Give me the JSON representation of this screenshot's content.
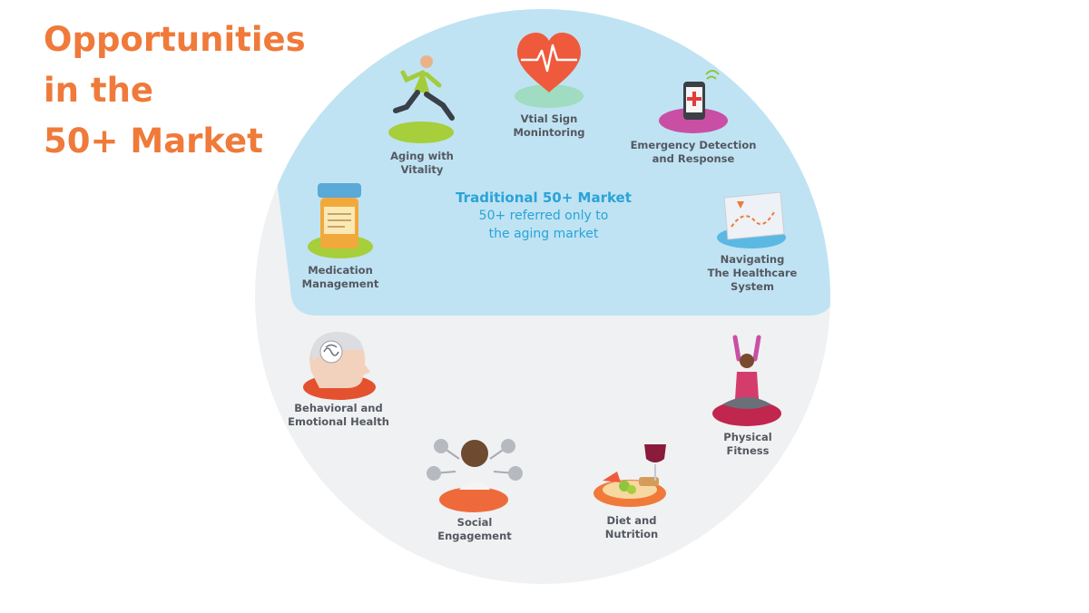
{
  "title_lines": [
    "Opportunities",
    "in the",
    "50+ Market"
  ],
  "center": {
    "heading": "Traditional 50+ Market",
    "sub_lines": [
      "50+ referred only to",
      "the aging market"
    ]
  },
  "items": {
    "vital": {
      "icon": "heart-monitor-icon",
      "lines": [
        "Vtial Sign",
        "Monintoring"
      ]
    },
    "emergency": {
      "icon": "mobile-alert-icon",
      "lines": [
        "Emergency Detection",
        "and Response"
      ]
    },
    "aging": {
      "icon": "running-man-icon",
      "lines": [
        "Aging with",
        "Vitality"
      ]
    },
    "medication": {
      "icon": "pill-bottle-icon",
      "lines": [
        "Medication",
        "Management"
      ]
    },
    "navigating": {
      "icon": "map-icon",
      "lines": [
        "Navigating",
        "The Healthcare",
        "System"
      ]
    },
    "behavioral": {
      "icon": "brain-head-icon",
      "lines": [
        "Behavioral and",
        "Emotional Health"
      ]
    },
    "physical": {
      "icon": "yoga-woman-icon",
      "lines": [
        "Physical",
        "Fitness"
      ]
    },
    "social": {
      "icon": "social-network-icon",
      "lines": [
        "Social",
        "Engagement"
      ]
    },
    "diet": {
      "icon": "meal-wine-icon",
      "lines": [
        "Diet and",
        "Nutrition"
      ]
    }
  },
  "colors": {
    "title": "#ef7a3a",
    "outer_circle": "#f0f1f3",
    "traditional_region": "#bfe3f3",
    "center_text": "#2aa3d8",
    "label_text": "#545860"
  }
}
